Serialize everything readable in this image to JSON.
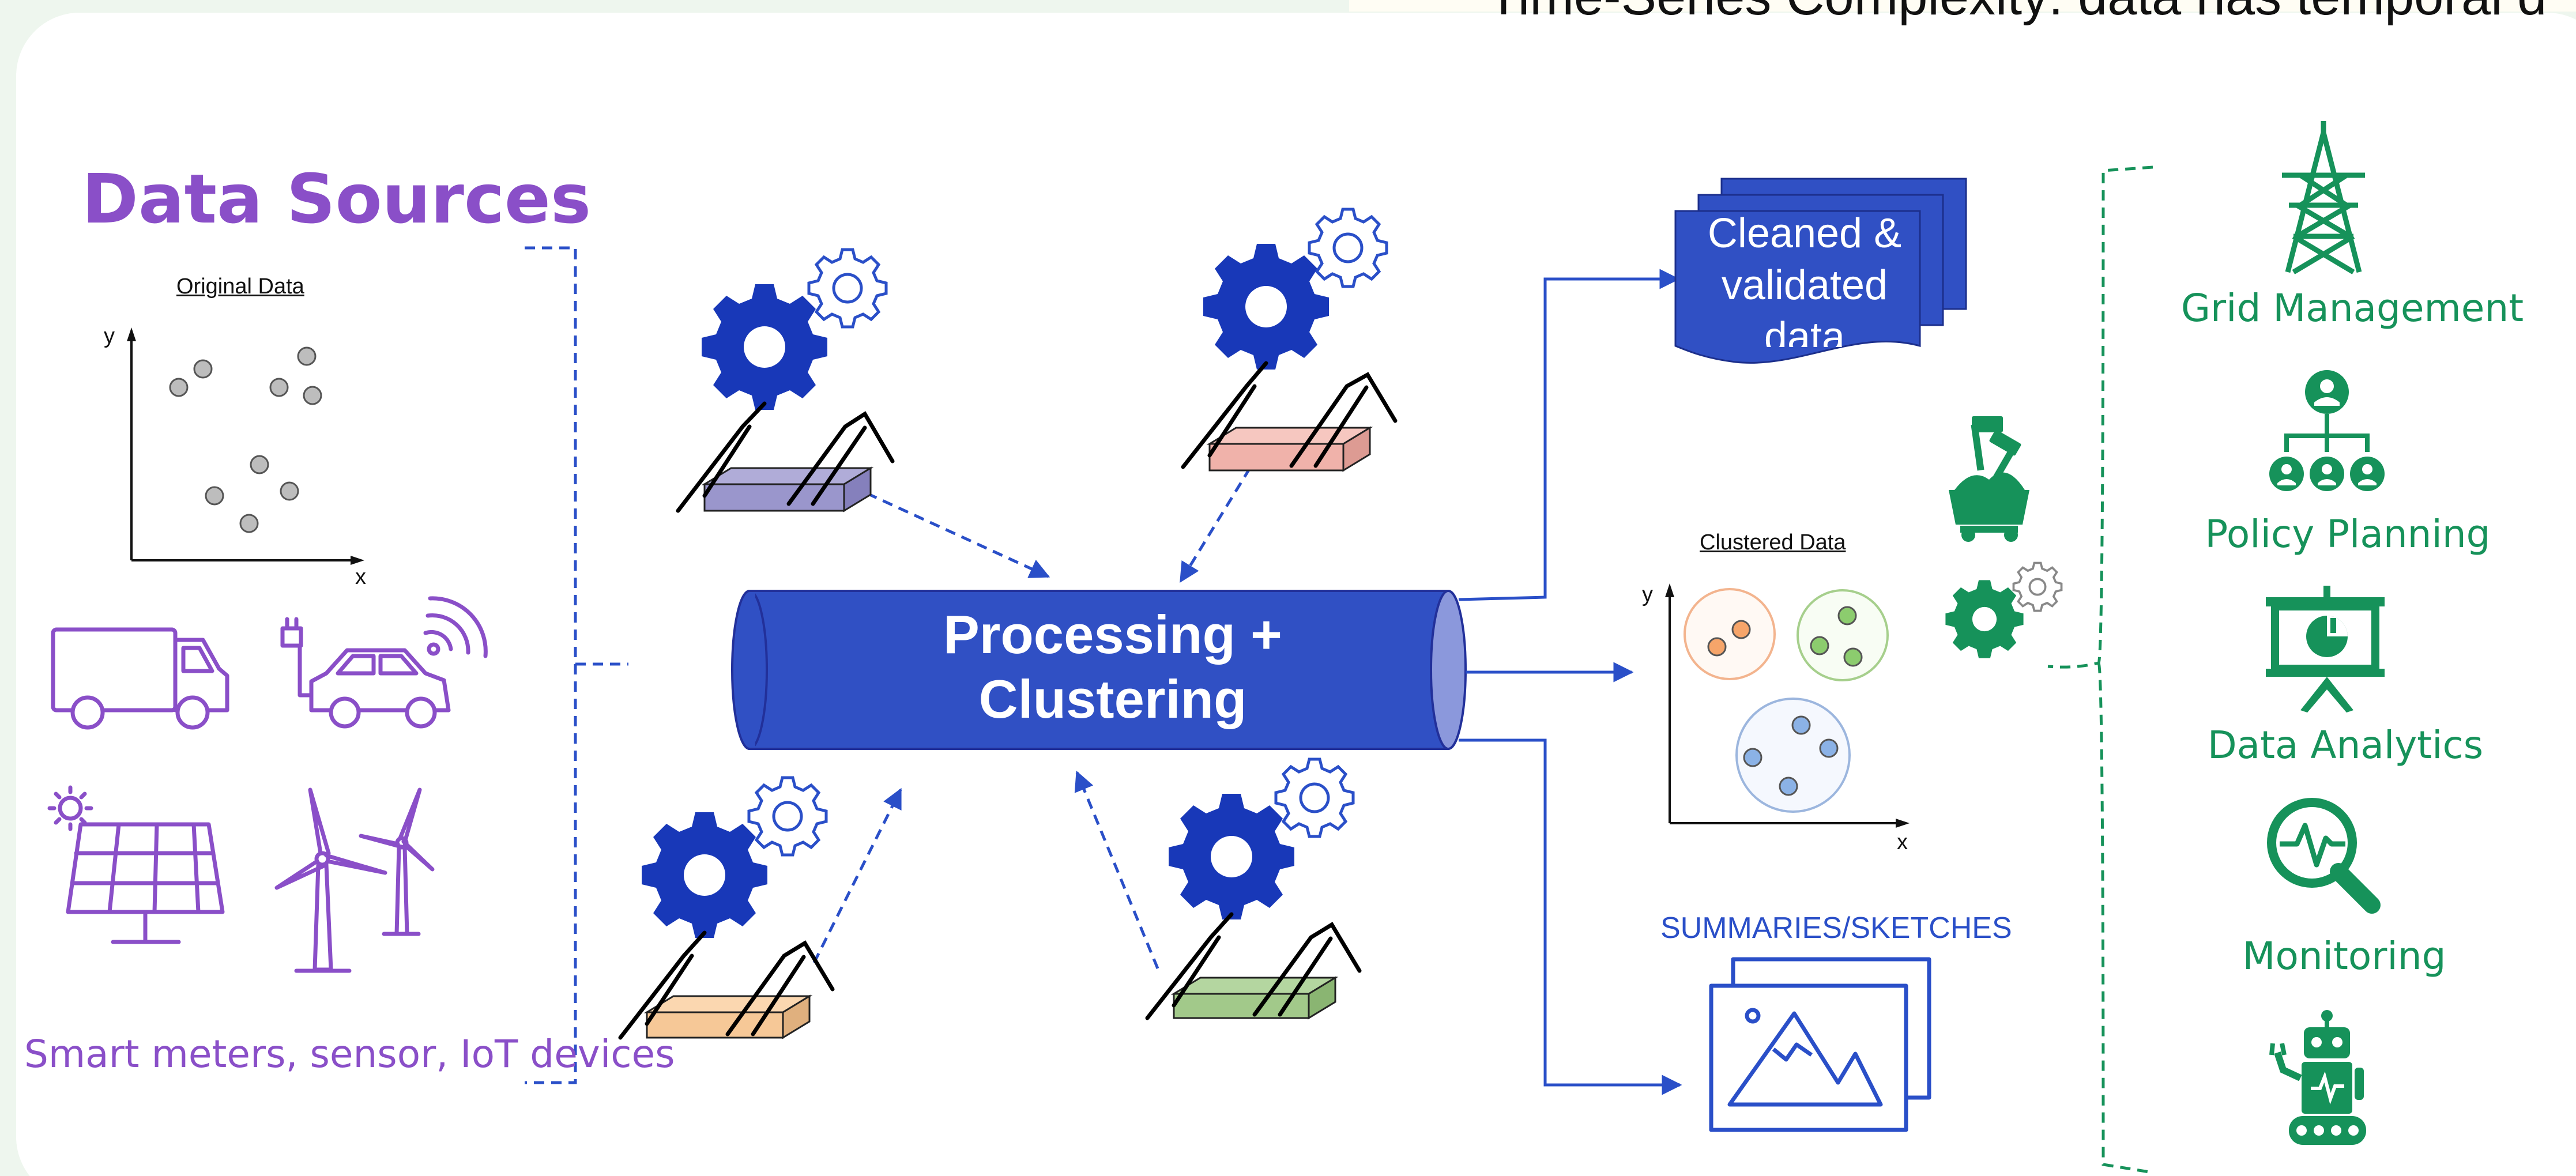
{
  "header": {
    "top_text": "Time-Series Complexity: data has temporal d"
  },
  "sources": {
    "title": "Data Sources",
    "chart": {
      "title": "Original Data",
      "xlabel": "x",
      "ylabel": "y"
    },
    "caption": "Smart meters, sensor, IoT devices",
    "icons": [
      "truck-icon",
      "electric-car-icon",
      "solar-panel-icon",
      "wind-turbine-icon"
    ]
  },
  "process": {
    "label_line1": "Processing +",
    "label_line2": "Clustering",
    "worker_icons": [
      "robot-gear-icon",
      "robot-gear-icon",
      "robot-gear-icon",
      "robot-gear-icon"
    ]
  },
  "outputs": {
    "cleaned_line1": "Cleaned &",
    "cleaned_line2": "validated",
    "cleaned_line3": "data",
    "clustered": {
      "title": "Clustered Data",
      "xlabel": "x",
      "ylabel": "y"
    },
    "summaries": "SUMMARIES/SKETCHES"
  },
  "applications": {
    "items": [
      {
        "label": "Grid Management",
        "icon": "power-tower-icon"
      },
      {
        "label": "Policy Planning",
        "icon": "org-chart-icon"
      },
      {
        "label": "Data Analytics",
        "icon": "presentation-chart-icon"
      },
      {
        "label": "Monitoring",
        "icon": "magnifier-pulse-icon"
      },
      {
        "label": "",
        "icon": "robot-icon"
      }
    ]
  },
  "colors": {
    "purple": "#8a4fc8",
    "blue": "#2a4fc8",
    "green": "#16925a",
    "gear_blue": "#1838b8"
  }
}
